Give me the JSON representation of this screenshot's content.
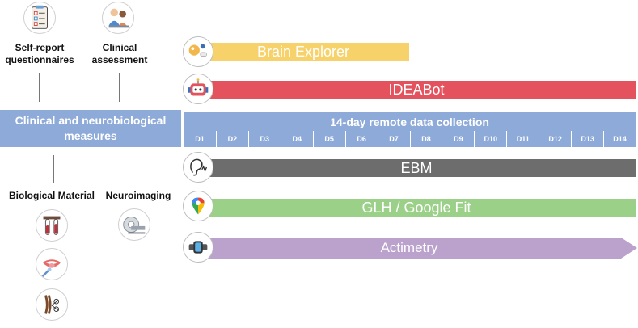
{
  "left": {
    "top_items": [
      {
        "label_line1": "Self-report",
        "label_line2": "questionnaires",
        "icon": "questionnaire-icon"
      },
      {
        "label_line1": "Clinical",
        "label_line2": "assessment",
        "icon": "clinician-icon"
      }
    ],
    "center_box": {
      "line1": "Clinical and neurobiological",
      "line2": "measures"
    },
    "bottom_items": [
      {
        "label": "Biological Material",
        "icons": [
          "blood-tubes-icon",
          "saliva-icon",
          "hair-sample-icon"
        ]
      },
      {
        "label": "Neuroimaging",
        "icons": [
          "mri-scanner-icon"
        ]
      }
    ]
  },
  "timeline": {
    "title": "14-day remote data collection",
    "days": [
      "D1",
      "D2",
      "D3",
      "D4",
      "D5",
      "D6",
      "D7",
      "D8",
      "D9",
      "D10",
      "D11",
      "D12",
      "D13",
      "D14"
    ]
  },
  "bars": [
    {
      "label": "Brain Explorer",
      "icon": "brain-game-icon",
      "color": "#f7d26b"
    },
    {
      "label": "IDEABot",
      "icon": "robot-icon",
      "color": "#e4525d"
    },
    {
      "label": "EBM",
      "icon": "ear-sound-icon",
      "color": "#6d6d6d"
    },
    {
      "label": "GLH / Google Fit",
      "icon": "map-pin-icon",
      "color": "#9bd088"
    },
    {
      "label": "Actimetry",
      "icon": "smartwatch-icon",
      "color": "#bba2cc"
    }
  ],
  "colors": {
    "box_blue": "#8eaad8"
  }
}
